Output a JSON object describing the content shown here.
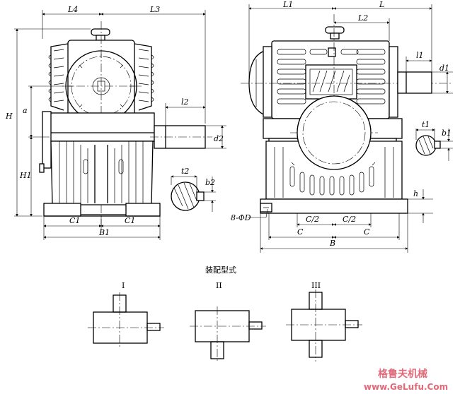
{
  "left_view": {
    "dims": {
      "L4": "L4",
      "L3": "L3",
      "H": "H",
      "a": "a",
      "H1": "H1",
      "l2": "l2",
      "d2": "d2",
      "t2": "t2",
      "b2": "b2",
      "C1_left": "C1",
      "C1_right": "C1",
      "B1": "B1"
    }
  },
  "right_view": {
    "dims": {
      "L1": "L1",
      "L": "L",
      "L2": "L2",
      "l1": "l1",
      "d1": "d1",
      "t1": "t1",
      "b1": "b1",
      "h": "h",
      "holes": "8-ΦD",
      "C_half_left": "C/2",
      "C_half_right": "C/2",
      "C_left": "C",
      "C_right": "C",
      "B": "B"
    }
  },
  "assembly": {
    "title": "装配型式",
    "types": [
      "I",
      "II",
      "III"
    ]
  },
  "watermark": {
    "cn": "格鲁夫机械",
    "url": "www.GeLufu.Com",
    "color": "#e06a7a"
  }
}
